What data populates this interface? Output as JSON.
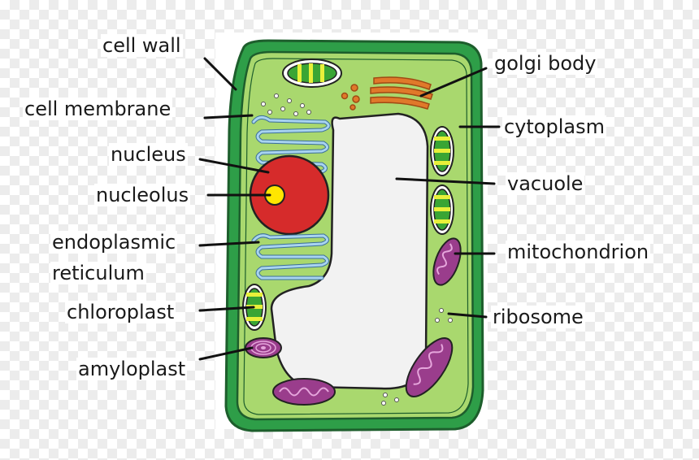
{
  "labels": {
    "cell_wall": "cell wall",
    "cell_membrane": "cell membrane",
    "nucleus": "nucleus",
    "nucleolus": "nucleolus",
    "endoplasmic_reticulum_line1": "endoplasmic",
    "endoplasmic_reticulum_line2": "reticulum",
    "chloroplast": "chloroplast",
    "amyloplast": "amyloplast",
    "golgi_body": "golgi body",
    "cytoplasm": "cytoplasm",
    "vacuole": "vacuole",
    "mitochondrion": "mitochondrion",
    "ribosome": "ribosome"
  },
  "colors": {
    "cell_wall": "#2e9e48",
    "cytoplasm": "#a9d86e",
    "vacuole": "#f2f2f2",
    "nucleus": "#d62b2b",
    "nucleolus": "#ffe600",
    "chloroplast": "#3aa534",
    "chloroplast_band": "#e8f03a",
    "mitochondrion": "#9a3d8c",
    "golgi": "#e0792a",
    "er": "#a8d4f0"
  }
}
